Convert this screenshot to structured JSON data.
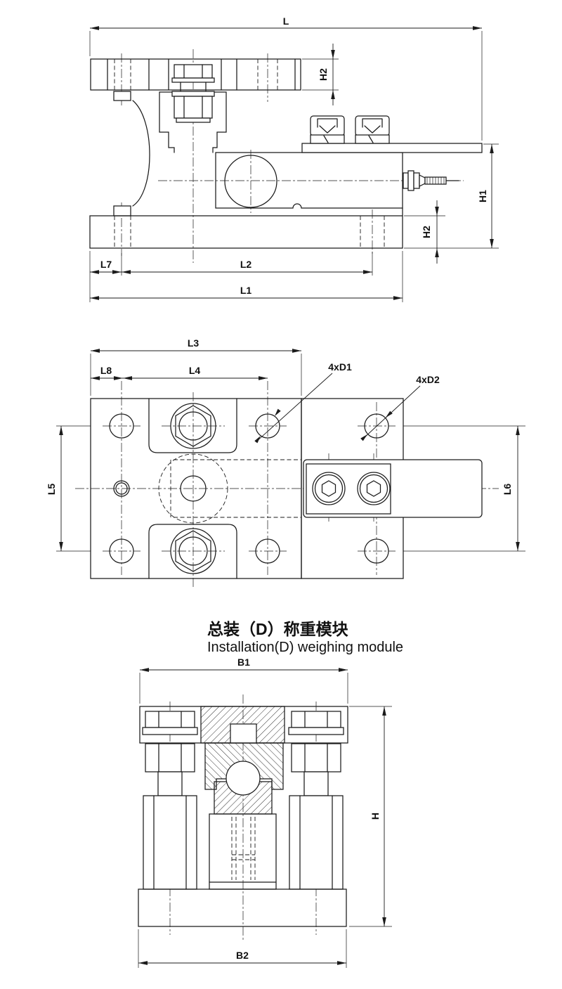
{
  "title": {
    "zh": "总装（D）称重模块",
    "en": "Installation(D) weighing module"
  },
  "side_view": {
    "dims": {
      "L": "L",
      "H1": "H1",
      "H2_top": "H2",
      "H2_bottom": "H2",
      "L7": "L7",
      "L2": "L2",
      "L1": "L1"
    }
  },
  "plan_view": {
    "dims": {
      "L3": "L3",
      "L8": "L8",
      "L4": "L4",
      "L5": "L5",
      "L6": "L6"
    },
    "callouts": {
      "D1": "4xD1",
      "D2": "4xD2"
    }
  },
  "front_view": {
    "dims": {
      "B1": "B1",
      "H": "H",
      "B2": "B2"
    }
  },
  "colors": {
    "line": "#1b1b1b",
    "background": "#ffffff"
  }
}
